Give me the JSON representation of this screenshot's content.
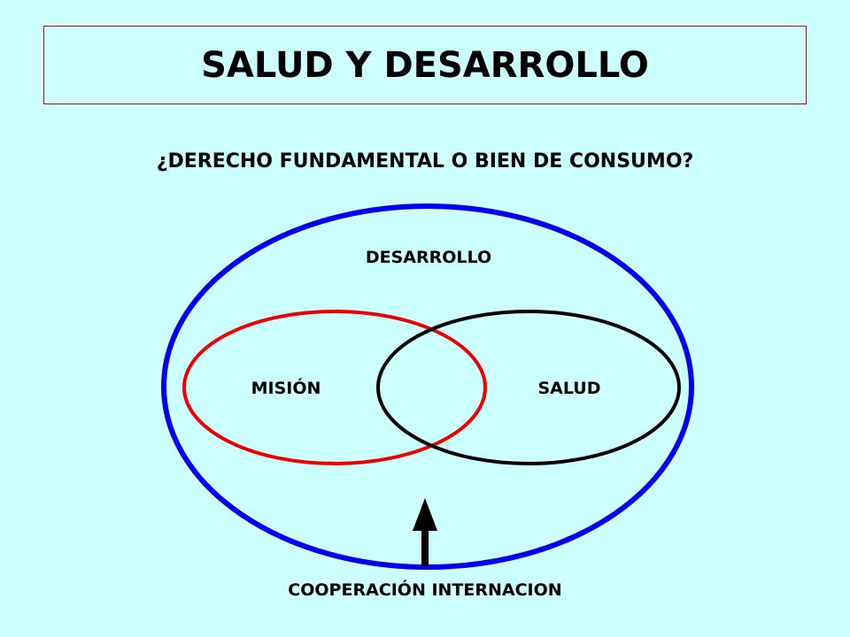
{
  "title": "SALUD Y DESARROLLO",
  "subtitle": "¿DERECHO FUNDAMENTAL O BIEN DE CONSUMO?",
  "diagram": {
    "outer_label": "DESARROLLO",
    "left_label": "MISIÓN",
    "right_label": "SALUD",
    "bottom_label": "COOPERACIÓN INTERNACION"
  },
  "colors": {
    "background": "#ccffff",
    "outer_ellipse": "#0000ee",
    "left_ellipse": "#ee0000",
    "right_ellipse": "#000000",
    "title_border": "#cc0000"
  }
}
